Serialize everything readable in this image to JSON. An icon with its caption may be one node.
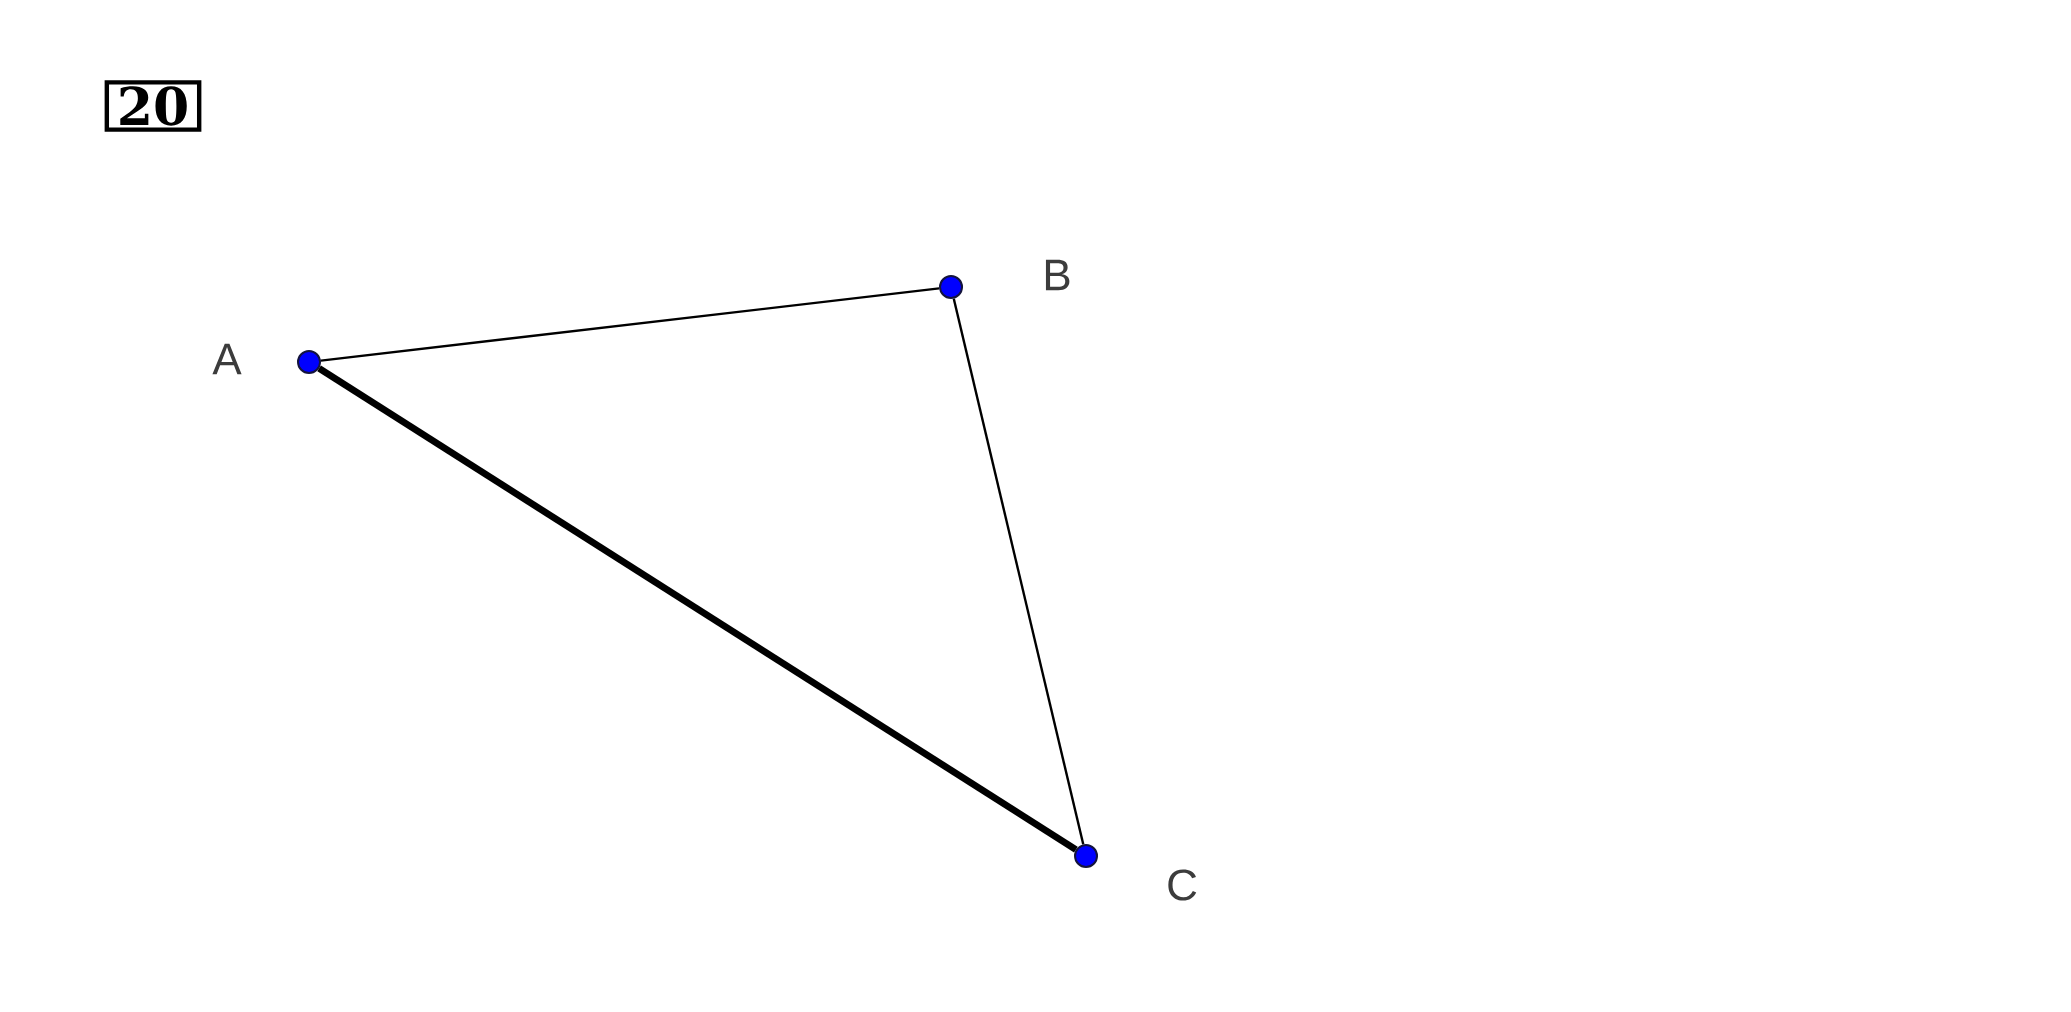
{
  "diagram": {
    "nodes": [
      {
        "text": [
          "20"
        ]
      },
      {
        "text": [],
        "shape": "circle",
        "beside": [
          "A"
        ]
      },
      {
        "text": [],
        "shape": "circle",
        "beside": [
          "B"
        ]
      },
      {
        "text": [],
        "shape": "circle",
        "beside": [
          "C"
        ]
      }
    ],
    "edges": [
      {
        "from": 1,
        "to": 2,
        "arrow": "none"
      },
      {
        "from": 2,
        "to": 3,
        "arrow": "none"
      },
      {
        "from": 1,
        "to": 3,
        "arrow": "none",
        "style": "thick"
      }
    ]
  }
}
